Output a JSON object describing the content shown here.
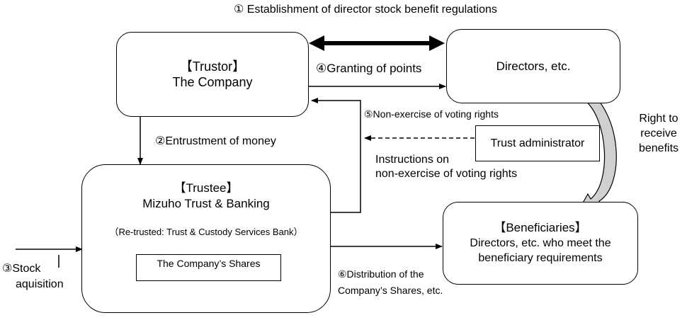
{
  "steps": {
    "step1": "① Establishment of director stock benefit regulations",
    "step2": "②Entrustment of money",
    "step3_line1": "③Stock",
    "step3_line2": "aquisition",
    "step4": "④Granting of points",
    "step5": "⑤Non-exercise of voting rights",
    "step6_line1": "⑥Distribution of the",
    "step6_line2": "Company’s Shares, etc."
  },
  "trustor": {
    "role": "【Trustor】",
    "name": "The Company"
  },
  "directors": {
    "label": "Directors, etc."
  },
  "trustee": {
    "role": "【Trustee】",
    "name": "Mizuho Trust & Banking",
    "note": "（Re-trusted: Trust & Custody Services Bank）",
    "shares_label": "The Company’s Shares"
  },
  "trust_administrator": {
    "label": "Trust administrator"
  },
  "instructions": {
    "line1": "Instructions on",
    "line2": "non-exercise of voting rights"
  },
  "right_to_receive": {
    "line1": "Right to",
    "line2": "receive",
    "line3": "benefits"
  },
  "beneficiaries": {
    "role": "【Beneficiaries】",
    "line1": "Directors, etc. who meet the",
    "line2": "beneficiary requirements"
  }
}
